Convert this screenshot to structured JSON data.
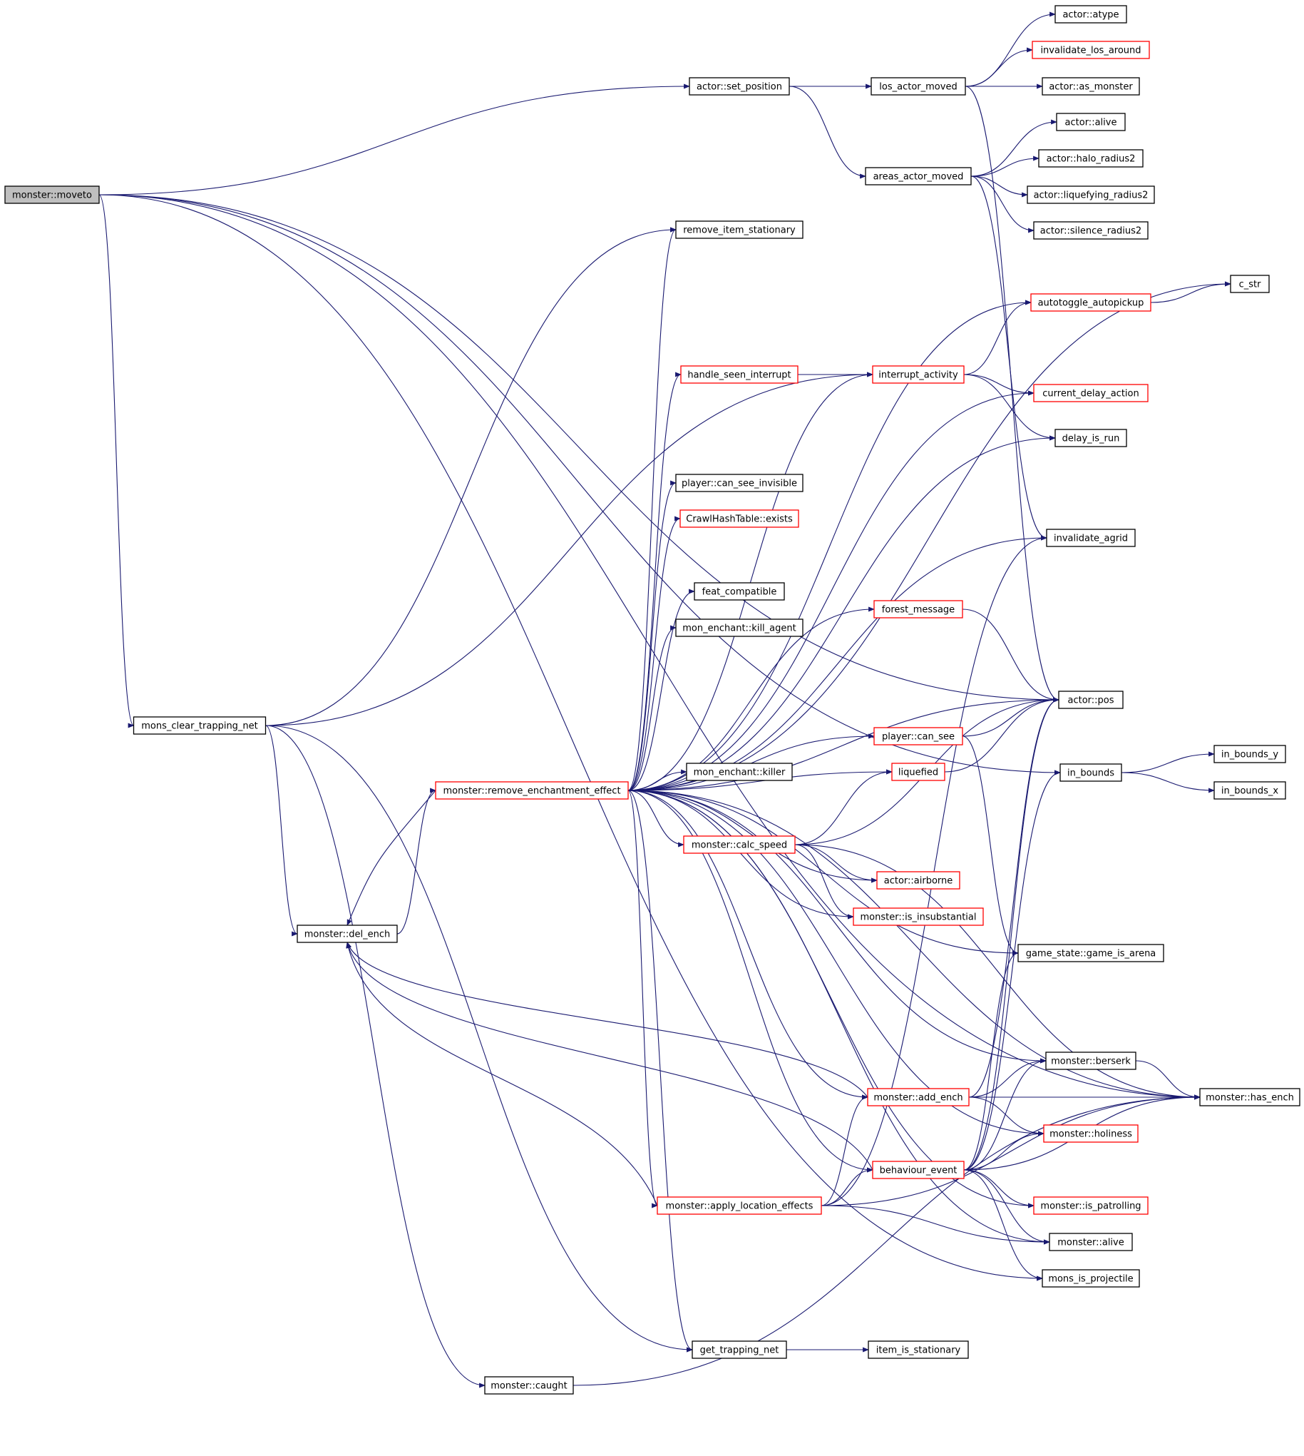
{
  "colors": {
    "edge": "#191970",
    "highlight_border": "#ff0000",
    "root_fill": "#bfbfbf",
    "normal_border": "#000000"
  },
  "nodes": {
    "moveto": {
      "label": "monster::moveto",
      "style": "root"
    },
    "mons_clear_trapping_net": {
      "label": "mons_clear_trapping_net",
      "style": "normal"
    },
    "del_ench": {
      "label": "monster::del_ench",
      "style": "normal"
    },
    "caught": {
      "label": "monster::caught",
      "style": "normal"
    },
    "remove_enchantment_effect": {
      "label": "monster::remove_enchantment_effect",
      "style": "red"
    },
    "set_position": {
      "label": "actor::set_position",
      "style": "normal"
    },
    "remove_item_stationary": {
      "label": "remove_item_stationary",
      "style": "normal"
    },
    "handle_seen_interrupt": {
      "label": "handle_seen_interrupt",
      "style": "red"
    },
    "player_can_see_invisible": {
      "label": "player::can_see_invisible",
      "style": "normal"
    },
    "crawlhashtable_exists": {
      "label": "CrawlHashTable::exists",
      "style": "red"
    },
    "feat_compatible": {
      "label": "feat_compatible",
      "style": "normal"
    },
    "mon_enchant_kill_agent": {
      "label": "mon_enchant::kill_agent",
      "style": "normal"
    },
    "mon_enchant_killer": {
      "label": "mon_enchant::killer",
      "style": "normal"
    },
    "calc_speed": {
      "label": "monster::calc_speed",
      "style": "red"
    },
    "apply_location_effects": {
      "label": "monster::apply_location_effects",
      "style": "red"
    },
    "get_trapping_net": {
      "label": "get_trapping_net",
      "style": "normal"
    },
    "los_actor_moved": {
      "label": "los_actor_moved",
      "style": "normal"
    },
    "areas_actor_moved": {
      "label": "areas_actor_moved",
      "style": "normal"
    },
    "interrupt_activity": {
      "label": "interrupt_activity",
      "style": "red"
    },
    "forest_message": {
      "label": "forest_message",
      "style": "red"
    },
    "player_can_see": {
      "label": "player::can_see",
      "style": "red"
    },
    "liquefied": {
      "label": "liquefied",
      "style": "red"
    },
    "actor_airborne": {
      "label": "actor::airborne",
      "style": "red"
    },
    "is_insubstantial": {
      "label": "monster::is_insubstantial",
      "style": "red"
    },
    "add_ench": {
      "label": "monster::add_ench",
      "style": "red"
    },
    "behaviour_event": {
      "label": "behaviour_event",
      "style": "red"
    },
    "item_is_stationary": {
      "label": "item_is_stationary",
      "style": "normal"
    },
    "actor_atype": {
      "label": "actor::atype",
      "style": "normal"
    },
    "invalidate_los_around": {
      "label": "invalidate_los_around",
      "style": "red"
    },
    "actor_as_monster": {
      "label": "actor::as_monster",
      "style": "normal"
    },
    "actor_alive": {
      "label": "actor::alive",
      "style": "normal"
    },
    "halo_radius2": {
      "label": "actor::halo_radius2",
      "style": "normal"
    },
    "liquefying_radius2": {
      "label": "actor::liquefying_radius2",
      "style": "normal"
    },
    "silence_radius2": {
      "label": "actor::silence_radius2",
      "style": "normal"
    },
    "autotoggle_autopickup": {
      "label": "autotoggle_autopickup",
      "style": "red"
    },
    "current_delay_action": {
      "label": "current_delay_action",
      "style": "red"
    },
    "delay_is_run": {
      "label": "delay_is_run",
      "style": "normal"
    },
    "invalidate_agrid": {
      "label": "invalidate_agrid",
      "style": "normal"
    },
    "actor_pos": {
      "label": "actor::pos",
      "style": "normal"
    },
    "in_bounds": {
      "label": "in_bounds",
      "style": "normal"
    },
    "game_is_arena": {
      "label": "game_state::game_is_arena",
      "style": "normal"
    },
    "berserk": {
      "label": "monster::berserk",
      "style": "normal"
    },
    "holiness": {
      "label": "monster::holiness",
      "style": "red"
    },
    "is_patrolling": {
      "label": "monster::is_patrolling",
      "style": "red"
    },
    "monster_alive": {
      "label": "monster::alive",
      "style": "normal"
    },
    "mons_is_projectile": {
      "label": "mons_is_projectile",
      "style": "normal"
    },
    "c_str": {
      "label": "c_str",
      "style": "normal"
    },
    "in_bounds_y": {
      "label": "in_bounds_y",
      "style": "normal"
    },
    "in_bounds_x": {
      "label": "in_bounds_x",
      "style": "normal"
    },
    "has_ench": {
      "label": "monster::has_ench",
      "style": "normal"
    }
  },
  "edges": [
    [
      "moveto",
      "set_position"
    ],
    [
      "moveto",
      "actor_pos"
    ],
    [
      "moveto",
      "in_bounds"
    ],
    [
      "moveto",
      "mons_clear_trapping_net"
    ],
    [
      "moveto",
      "has_ench"
    ],
    [
      "mons_clear_trapping_net",
      "remove_item_stationary"
    ],
    [
      "mons_clear_trapping_net",
      "interrupt_activity"
    ],
    [
      "mons_clear_trapping_net",
      "del_ench"
    ],
    [
      "mons_clear_trapping_net",
      "get_trapping_net"
    ],
    [
      "mons_clear_trapping_net",
      "caught"
    ],
    [
      "caught",
      "has_ench"
    ],
    [
      "del_ench",
      "remove_enchantment_effect"
    ],
    [
      "remove_enchantment_effect",
      "del_ench"
    ],
    [
      "remove_enchantment_effect",
      "remove_item_stationary"
    ],
    [
      "remove_enchantment_effect",
      "c_str"
    ],
    [
      "remove_enchantment_effect",
      "autotoggle_autopickup"
    ],
    [
      "remove_enchantment_effect",
      "interrupt_activity"
    ],
    [
      "remove_enchantment_effect",
      "handle_seen_interrupt"
    ],
    [
      "remove_enchantment_effect",
      "current_delay_action"
    ],
    [
      "remove_enchantment_effect",
      "delay_is_run"
    ],
    [
      "remove_enchantment_effect",
      "player_can_see_invisible"
    ],
    [
      "remove_enchantment_effect",
      "crawlhashtable_exists"
    ],
    [
      "remove_enchantment_effect",
      "invalidate_agrid"
    ],
    [
      "remove_enchantment_effect",
      "feat_compatible"
    ],
    [
      "remove_enchantment_effect",
      "mon_enchant_kill_agent"
    ],
    [
      "remove_enchantment_effect",
      "forest_message"
    ],
    [
      "remove_enchantment_effect",
      "actor_pos"
    ],
    [
      "remove_enchantment_effect",
      "player_can_see"
    ],
    [
      "remove_enchantment_effect",
      "mon_enchant_killer"
    ],
    [
      "remove_enchantment_effect",
      "liquefied"
    ],
    [
      "remove_enchantment_effect",
      "calc_speed"
    ],
    [
      "remove_enchantment_effect",
      "actor_airborne"
    ],
    [
      "remove_enchantment_effect",
      "is_insubstantial"
    ],
    [
      "remove_enchantment_effect",
      "game_is_arena"
    ],
    [
      "remove_enchantment_effect",
      "has_ench"
    ],
    [
      "remove_enchantment_effect",
      "berserk"
    ],
    [
      "remove_enchantment_effect",
      "add_ench"
    ],
    [
      "remove_enchantment_effect",
      "holiness"
    ],
    [
      "remove_enchantment_effect",
      "behaviour_event"
    ],
    [
      "remove_enchantment_effect",
      "apply_location_effects"
    ],
    [
      "remove_enchantment_effect",
      "is_patrolling"
    ],
    [
      "remove_enchantment_effect",
      "monster_alive"
    ],
    [
      "remove_enchantment_effect",
      "get_trapping_net"
    ],
    [
      "set_position",
      "los_actor_moved"
    ],
    [
      "set_position",
      "areas_actor_moved"
    ],
    [
      "los_actor_moved",
      "actor_atype"
    ],
    [
      "los_actor_moved",
      "invalidate_los_around"
    ],
    [
      "los_actor_moved",
      "actor_as_monster"
    ],
    [
      "los_actor_moved",
      "actor_pos"
    ],
    [
      "areas_actor_moved",
      "actor_alive"
    ],
    [
      "areas_actor_moved",
      "halo_radius2"
    ],
    [
      "areas_actor_moved",
      "liquefying_radius2"
    ],
    [
      "areas_actor_moved",
      "silence_radius2"
    ],
    [
      "areas_actor_moved",
      "invalidate_agrid"
    ],
    [
      "handle_seen_interrupt",
      "interrupt_activity"
    ],
    [
      "interrupt_activity",
      "autotoggle_autopickup"
    ],
    [
      "interrupt_activity",
      "current_delay_action"
    ],
    [
      "interrupt_activity",
      "delay_is_run"
    ],
    [
      "autotoggle_autopickup",
      "c_str"
    ],
    [
      "forest_message",
      "actor_pos"
    ],
    [
      "player_can_see",
      "actor_pos"
    ],
    [
      "player_can_see",
      "game_is_arena"
    ],
    [
      "liquefied",
      "actor_pos"
    ],
    [
      "calc_speed",
      "liquefied"
    ],
    [
      "calc_speed",
      "actor_pos"
    ],
    [
      "calc_speed",
      "has_ench"
    ],
    [
      "calc_speed",
      "actor_airborne"
    ],
    [
      "calc_speed",
      "is_insubstantial"
    ],
    [
      "in_bounds",
      "in_bounds_y"
    ],
    [
      "in_bounds",
      "in_bounds_x"
    ],
    [
      "berserk",
      "has_ench"
    ],
    [
      "add_ench",
      "del_ench"
    ],
    [
      "add_ench",
      "actor_pos"
    ],
    [
      "add_ench",
      "berserk"
    ],
    [
      "add_ench",
      "has_ench"
    ],
    [
      "add_ench",
      "holiness"
    ],
    [
      "behaviour_event",
      "del_ench"
    ],
    [
      "behaviour_event",
      "actor_pos"
    ],
    [
      "behaviour_event",
      "in_bounds"
    ],
    [
      "behaviour_event",
      "game_is_arena"
    ],
    [
      "behaviour_event",
      "berserk"
    ],
    [
      "behaviour_event",
      "holiness"
    ],
    [
      "behaviour_event",
      "has_ench"
    ],
    [
      "behaviour_event",
      "is_patrolling"
    ],
    [
      "behaviour_event",
      "monster_alive"
    ],
    [
      "behaviour_event",
      "mons_is_projectile"
    ],
    [
      "apply_location_effects",
      "del_ench"
    ],
    [
      "apply_location_effects",
      "invalidate_agrid"
    ],
    [
      "apply_location_effects",
      "add_ench"
    ],
    [
      "apply_location_effects",
      "behaviour_event"
    ],
    [
      "apply_location_effects",
      "monster_alive"
    ],
    [
      "apply_location_effects",
      "has_ench"
    ],
    [
      "get_trapping_net",
      "item_is_stationary"
    ],
    [
      "moveto",
      "mons_is_projectile"
    ]
  ]
}
